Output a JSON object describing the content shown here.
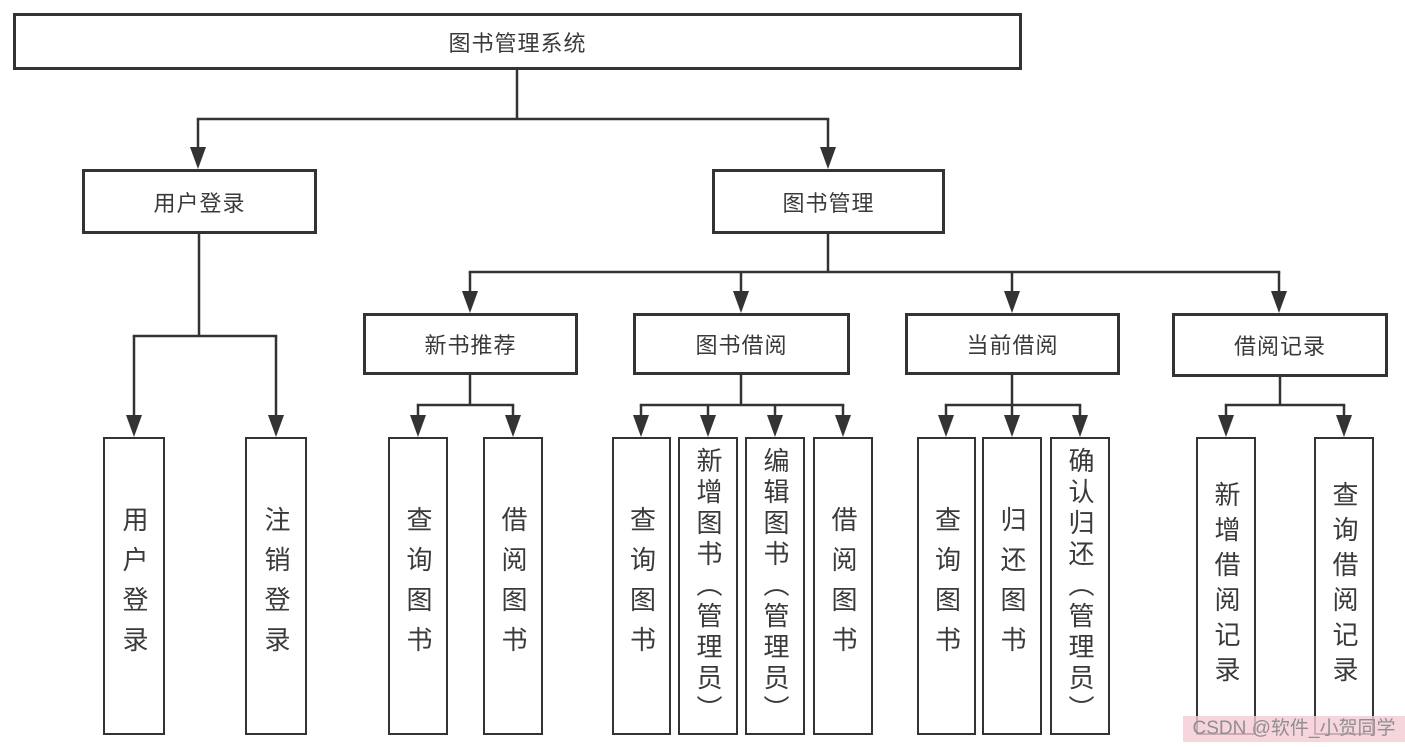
{
  "diagram_type": "hierarchy-chart",
  "tree": {
    "label": "图书管理系统",
    "children": [
      {
        "label": "用户登录",
        "children": [
          {
            "label": "用户登录"
          },
          {
            "label": "注销登录"
          }
        ]
      },
      {
        "label": "图书管理",
        "children": [
          {
            "label": "新书推荐",
            "children": [
              {
                "label": "查询图书"
              },
              {
                "label": "借阅图书"
              }
            ]
          },
          {
            "label": "图书借阅",
            "children": [
              {
                "label": "查询图书"
              },
              {
                "label": "新增图书（管理员）"
              },
              {
                "label": "编辑图书（管理员）"
              },
              {
                "label": "借阅图书"
              }
            ]
          },
          {
            "label": "当前借阅",
            "children": [
              {
                "label": "查询图书"
              },
              {
                "label": "归还图书"
              },
              {
                "label": "确认归还（管理员）"
              }
            ]
          },
          {
            "label": "借阅记录",
            "children": [
              {
                "label": "新增借阅记录"
              },
              {
                "label": "查询借阅记录"
              }
            ]
          }
        ]
      }
    ]
  },
  "watermark": {
    "text": "CSDN @软件_小贺同学",
    "bg_color": "#f5cbd4",
    "text_color": "#8f8f8f"
  },
  "colors": {
    "line": "#333333",
    "box_border": "#333333",
    "text": "#3a3a3a",
    "background": "#ffffff"
  }
}
